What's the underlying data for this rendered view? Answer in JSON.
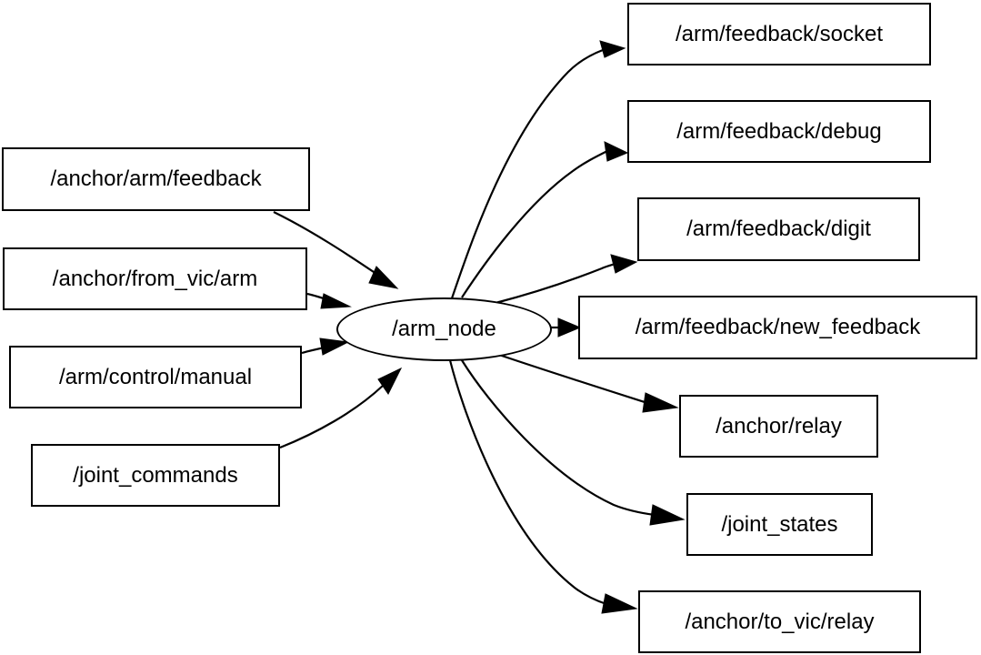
{
  "graph": {
    "type": "ros-node-graph",
    "direction": "left-to-right",
    "background_color": "#ffffff",
    "line_color": "#000000",
    "text_color": "#000000",
    "center_node": {
      "id": "arm_node",
      "label": "/arm_node",
      "shape": "ellipse"
    },
    "inputs": [
      {
        "id": "anchor_arm_feedback",
        "label": "/anchor/arm/feedback",
        "shape": "box"
      },
      {
        "id": "anchor_from_vic_arm",
        "label": "/anchor/from_vic/arm",
        "shape": "box"
      },
      {
        "id": "arm_control_manual",
        "label": "/arm/control/manual",
        "shape": "box"
      },
      {
        "id": "joint_commands",
        "label": "/joint_commands",
        "shape": "box"
      }
    ],
    "outputs": [
      {
        "id": "arm_feedback_socket",
        "label": "/arm/feedback/socket",
        "shape": "box"
      },
      {
        "id": "arm_feedback_debug",
        "label": "/arm/feedback/debug",
        "shape": "box"
      },
      {
        "id": "arm_feedback_digit",
        "label": "/arm/feedback/digit",
        "shape": "box"
      },
      {
        "id": "arm_feedback_new_feedback",
        "label": "/arm/feedback/new_feedback",
        "shape": "box"
      },
      {
        "id": "anchor_relay",
        "label": "/anchor/relay",
        "shape": "box"
      },
      {
        "id": "joint_states",
        "label": "/joint_states",
        "shape": "box"
      },
      {
        "id": "anchor_to_vic_relay",
        "label": "/anchor/to_vic/relay",
        "shape": "box"
      }
    ],
    "edges": [
      {
        "from": "/anchor/arm/feedback",
        "to": "/arm_node"
      },
      {
        "from": "/anchor/from_vic/arm",
        "to": "/arm_node"
      },
      {
        "from": "/arm/control/manual",
        "to": "/arm_node"
      },
      {
        "from": "/joint_commands",
        "to": "/arm_node"
      },
      {
        "from": "/arm_node",
        "to": "/arm/feedback/socket"
      },
      {
        "from": "/arm_node",
        "to": "/arm/feedback/debug"
      },
      {
        "from": "/arm_node",
        "to": "/arm/feedback/digit"
      },
      {
        "from": "/arm_node",
        "to": "/arm/feedback/new_feedback"
      },
      {
        "from": "/arm_node",
        "to": "/anchor/relay"
      },
      {
        "from": "/arm_node",
        "to": "/joint_states"
      },
      {
        "from": "/arm_node",
        "to": "/anchor/to_vic/relay"
      }
    ]
  }
}
